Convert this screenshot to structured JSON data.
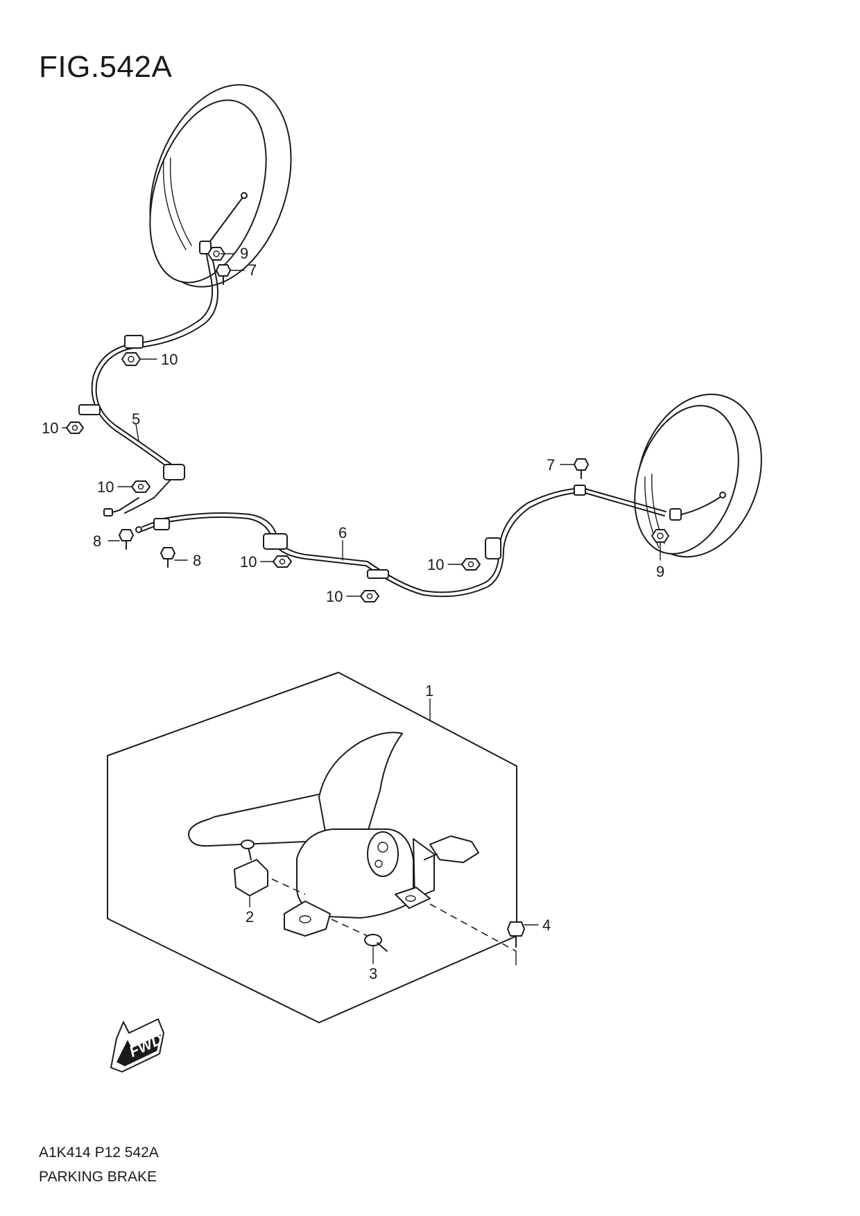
{
  "figure": {
    "title": "FIG.542A",
    "code": "A1K414 P12 542A",
    "name": "PARKING BRAKE"
  },
  "callouts": {
    "c1": "1",
    "c2": "2",
    "c3": "3",
    "c4": "4",
    "c5": "5",
    "c6": "6",
    "c7a": "7",
    "c7b": "7",
    "c8a": "8",
    "c8b": "8",
    "c9a": "9",
    "c9b": "9",
    "c10a": "10",
    "c10b": "10",
    "c10c": "10",
    "c10d": "10",
    "c10e": "10",
    "c10f": "10"
  },
  "fwd_label": "FWD",
  "colors": {
    "line": "#1a1a1a",
    "background": "#ffffff"
  },
  "icons": [
    "fwd-arrow-icon",
    "brake-drum-icon",
    "bolt-icon",
    "nut-icon",
    "clip-icon",
    "parking-brake-lever-icon"
  ]
}
